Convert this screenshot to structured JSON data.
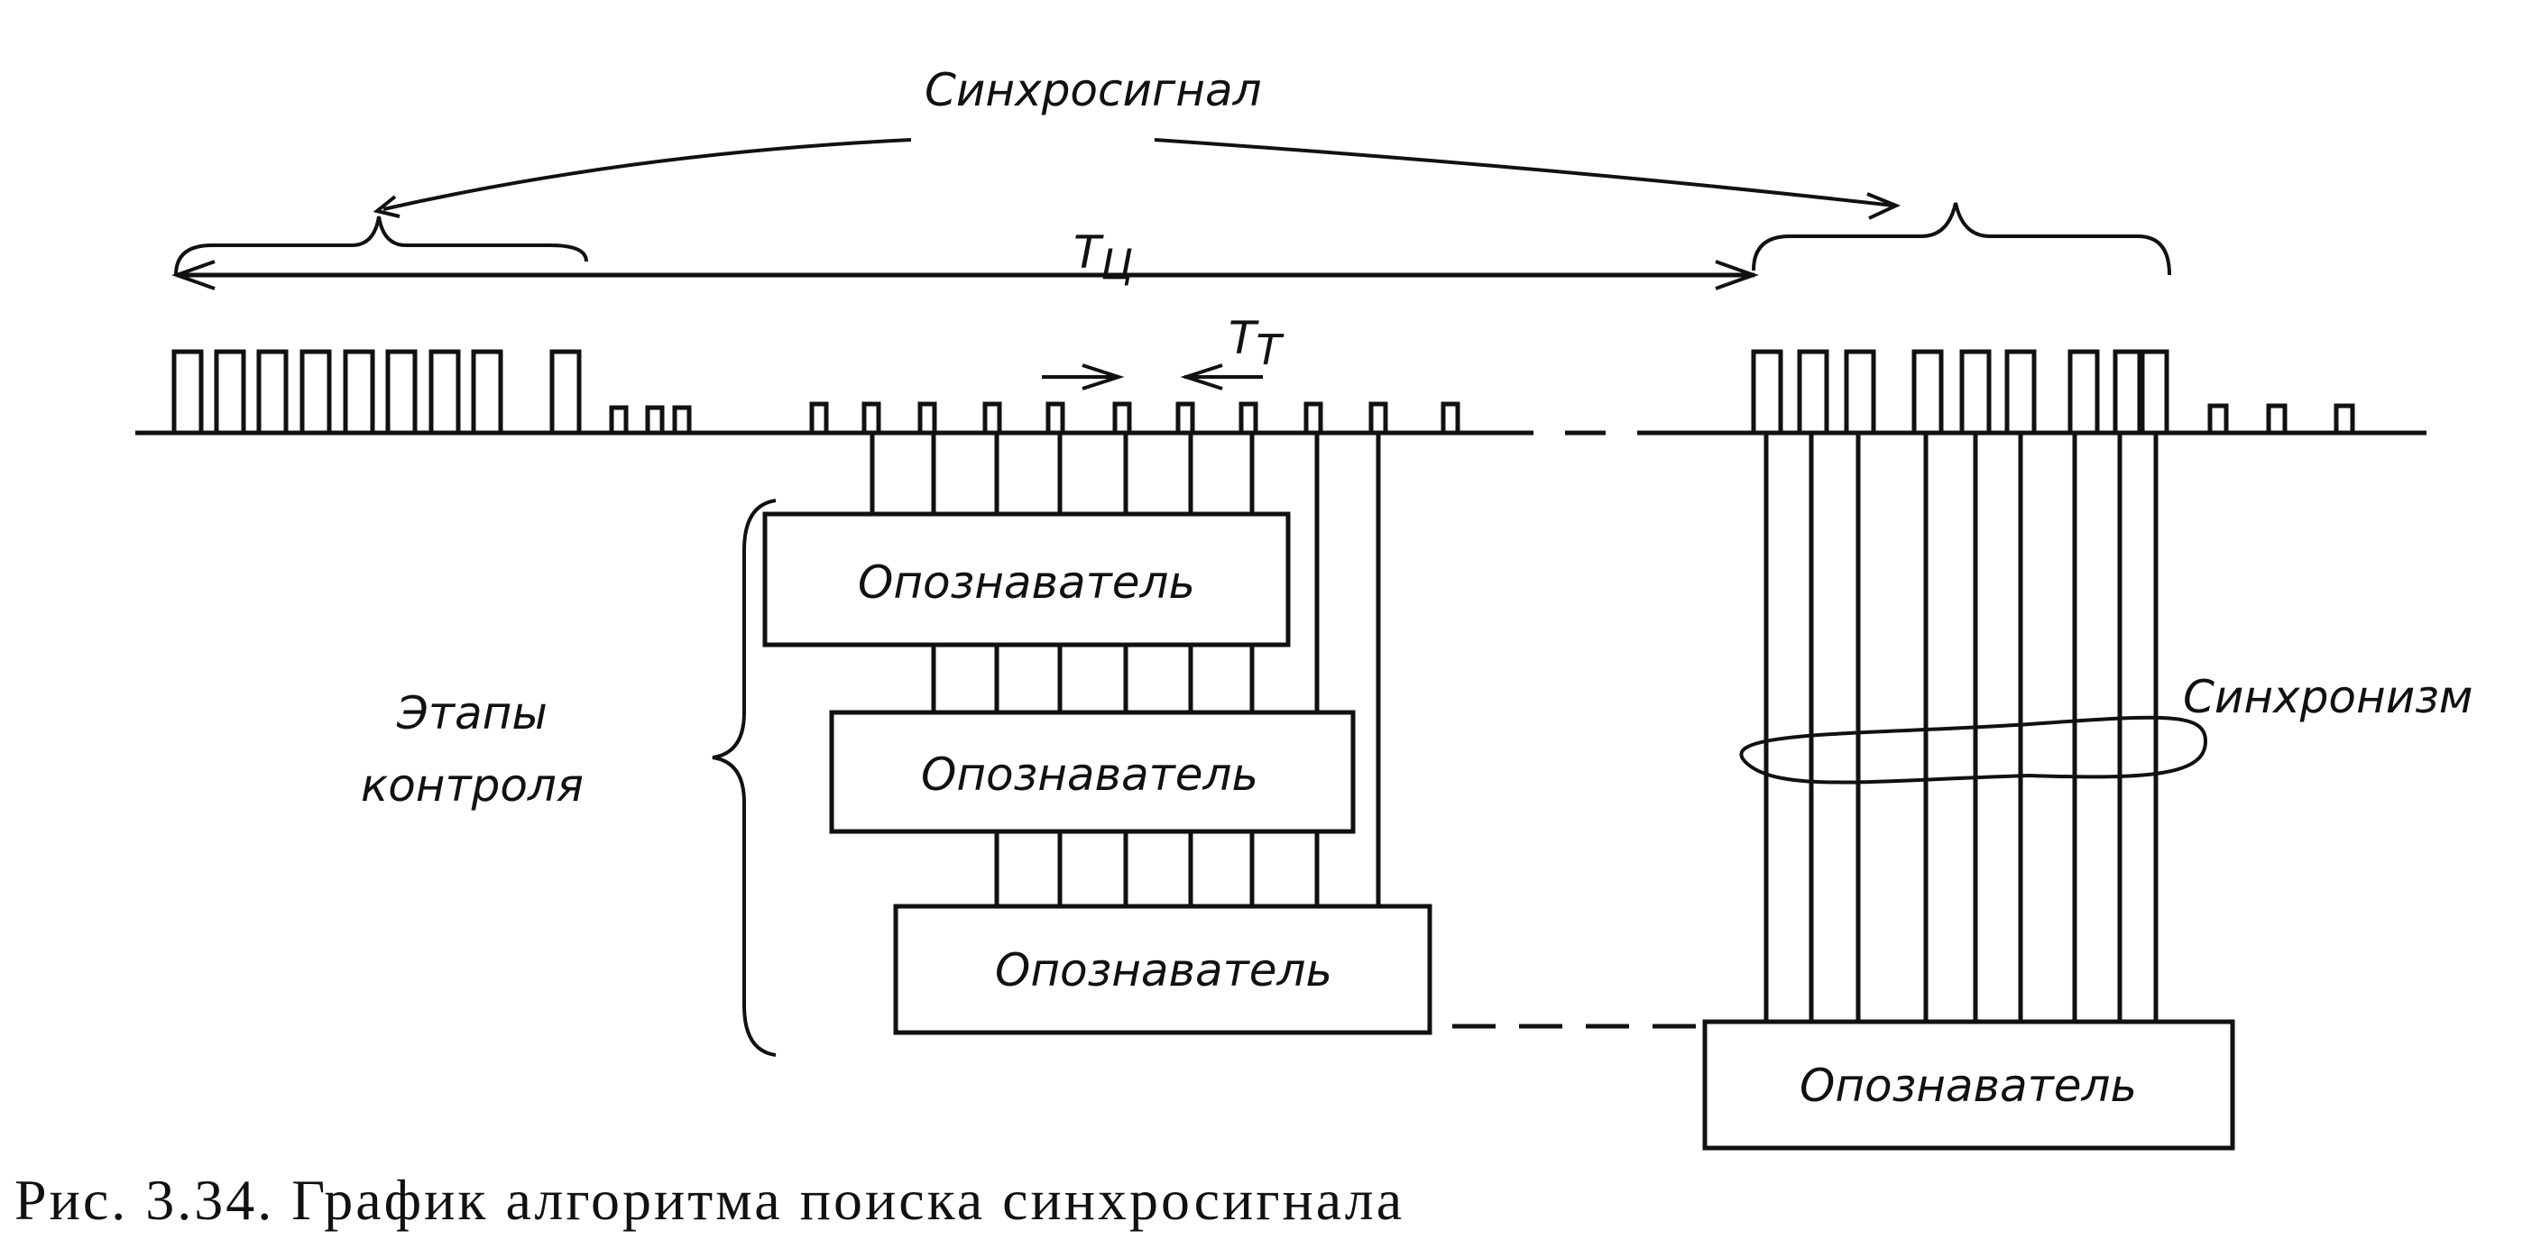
{
  "labels": {
    "sync_signal": "Синхросигнал",
    "cycle_period": "Т",
    "cycle_period_sub": "Ц",
    "clock_period": "Т",
    "clock_period_sub": "Т",
    "control_stages_line1": "Этапы",
    "control_stages_line2": "контроля",
    "synchronism": "Синхронизм"
  },
  "identifier_blocks": [
    {
      "label": "Опознаватель"
    },
    {
      "label": "Опознаватель"
    },
    {
      "label": "Опознаватель"
    },
    {
      "label": "Опознаватель"
    }
  ],
  "caption": "Рис. 3.34. График алгоритма поиска синхросигнала"
}
